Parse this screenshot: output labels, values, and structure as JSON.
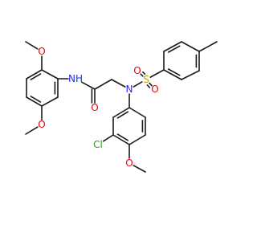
{
  "molecule": {
    "atoms": [
      {
        "id": "o_meo2",
        "label": "O",
        "color": "#e8000b"
      },
      {
        "id": "nh",
        "label": "NH",
        "color": "#1e2ff0"
      },
      {
        "id": "o_amide",
        "label": "O",
        "color": "#e8000b"
      },
      {
        "id": "o_meo5",
        "label": "O",
        "color": "#e8000b"
      },
      {
        "id": "n_sulfonamide",
        "label": "N",
        "color": "#1e2ff0"
      },
      {
        "id": "s",
        "label": "S",
        "color": "#b8a200"
      },
      {
        "id": "o_s1",
        "label": "O",
        "color": "#e8000b"
      },
      {
        "id": "o_s2",
        "label": "O",
        "color": "#e8000b"
      },
      {
        "id": "cl",
        "label": "Cl",
        "color": "#1fa31f"
      },
      {
        "id": "o_meo4",
        "label": "O",
        "color": "#e8000b"
      }
    ]
  }
}
